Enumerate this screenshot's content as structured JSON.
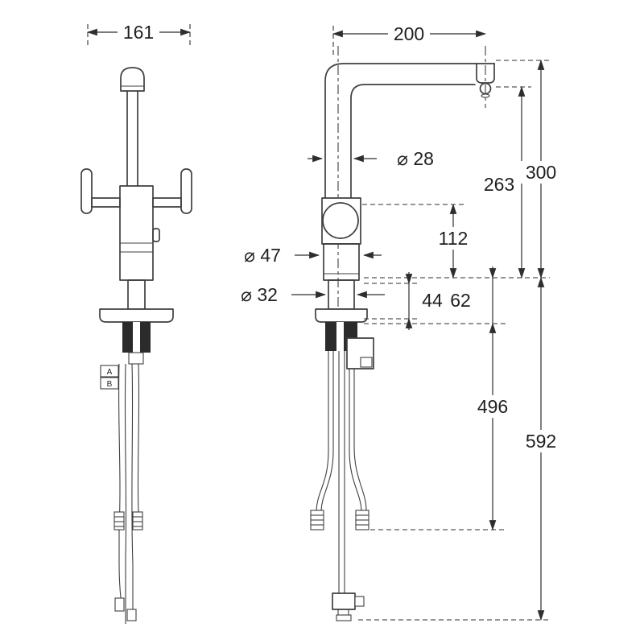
{
  "drawing": {
    "dims": {
      "front_width": "161",
      "reach": "200",
      "spout_dia": "⌀ 28",
      "spout_height": "263",
      "total_height": "300",
      "body_height": "112",
      "body_dia": "⌀ 47",
      "base_dia": "⌀ 32",
      "deck_a": "44",
      "deck_b": "62",
      "hose_drop": "496",
      "total_drop": "592"
    },
    "hose_tags": {
      "a": "A",
      "b": "B"
    },
    "colors": {
      "line": "#3f3f3f",
      "dimension": "#2e2e2e",
      "background": "#ffffff"
    }
  }
}
